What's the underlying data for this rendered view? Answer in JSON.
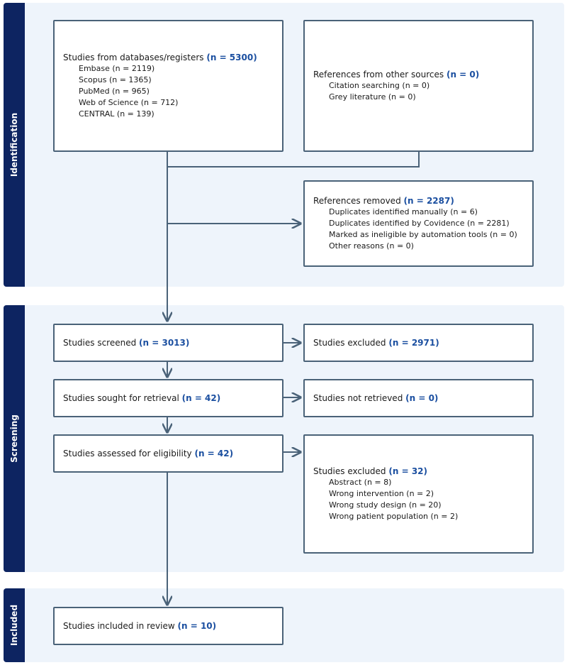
{
  "sections": {
    "identification": "Identification",
    "screening": "Screening",
    "included": "Included"
  },
  "boxes": {
    "databases": {
      "label": "Studies from databases/registers",
      "count": "(n = 5300)",
      "items": [
        "Embase (n = 2119)",
        "Scopus (n = 1365)",
        "PubMed (n = 965)",
        "Web of Science (n = 712)",
        "CENTRAL (n = 139)"
      ]
    },
    "other_sources": {
      "label": "References from other sources",
      "count": "(n = 0)",
      "items": [
        "Citation searching (n = 0)",
        "Grey literature (n = 0)"
      ]
    },
    "removed": {
      "label": "References removed",
      "count": "(n = 2287)",
      "items": [
        "Duplicates identified manually (n = 6)",
        "Duplicates identified by Covidence (n = 2281)",
        "Marked as ineligible by automation tools (n = 0)",
        "Other reasons (n = 0)"
      ]
    },
    "screened": {
      "label": "Studies screened",
      "count": "(n = 3013)"
    },
    "screen_excluded": {
      "label": "Studies excluded",
      "count": "(n = 2971)"
    },
    "sought": {
      "label": "Studies sought for retrieval",
      "count": "(n = 42)"
    },
    "not_retrieved": {
      "label": "Studies not retrieved",
      "count": "(n = 0)"
    },
    "assessed": {
      "label": "Studies assessed for eligibility",
      "count": "(n = 42)"
    },
    "elig_excluded": {
      "label": "Studies excluded",
      "count": "(n = 32)",
      "items": [
        "Abstract (n = 8)",
        "Wrong intervention (n = 2)",
        "Wrong study design (n = 20)",
        "Wrong patient population (n = 2)"
      ]
    },
    "included": {
      "label": "Studies included in review",
      "count": "(n = 10)"
    }
  },
  "colors": {
    "section_bar": "#0d2461",
    "section_bg": "#eef4fb",
    "box_border": "#4a6278",
    "highlight": "#1b4fa0",
    "arrow": "#4a6278"
  }
}
